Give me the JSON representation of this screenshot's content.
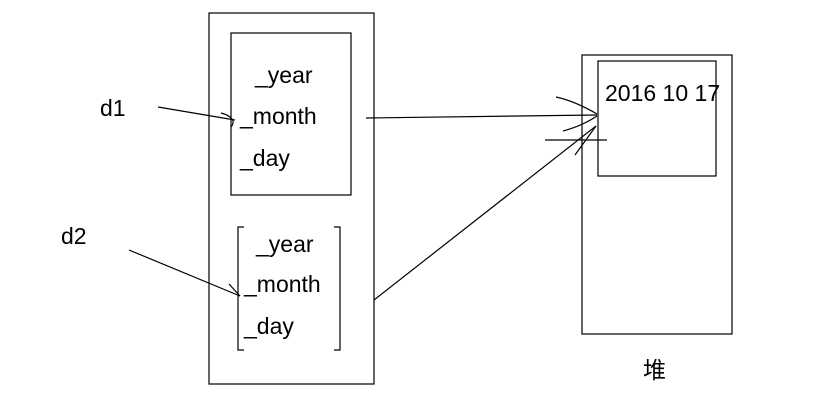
{
  "stack": {
    "object1": {
      "fields": [
        "_year",
        "_month",
        "_day"
      ]
    },
    "object2": {
      "fields": [
        "_year",
        "_month",
        "_day"
      ]
    }
  },
  "heap": {
    "value": "2016 10 17",
    "label": "堆"
  },
  "refs": {
    "d1": "d1",
    "d2": "d2"
  }
}
